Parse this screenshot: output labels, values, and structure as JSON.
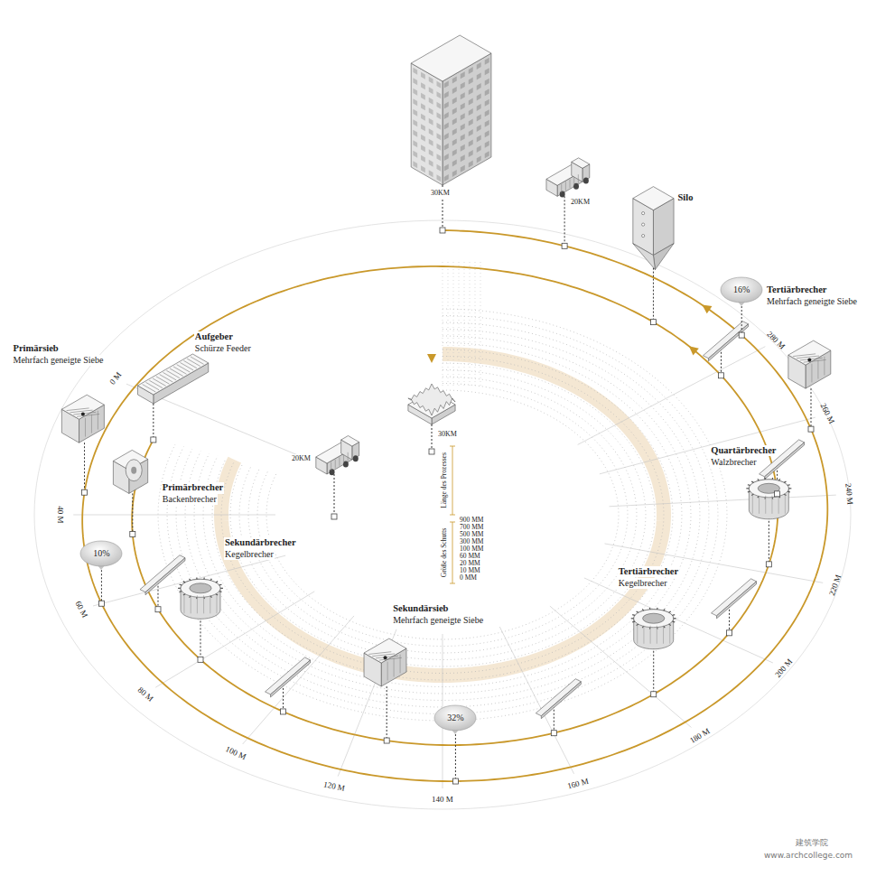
{
  "diagram": {
    "nodes": [
      {
        "text": [
          "10%"
        ]
      },
      {
        "text": [
          "16%"
        ]
      },
      {
        "text": [
          "32%"
        ]
      }
    ],
    "labels": [
      "30KM",
      "20KM",
      "Silo",
      "Tertiärbrecher",
      "Mehrfach geneigte Siebe",
      "Quartärbrecher",
      "Walzbrecher",
      "Tertiärbrecher",
      "Kegelbrecher",
      "Sekundärsieb",
      "Mehrfach geneigte Siebe",
      "Sekundärbrecher",
      "Kegelbrecher",
      "Primärbrecher",
      "Backenbrecher",
      "Primärsieb",
      "Mehrfach geneigte Siebe",
      "Aufgeber",
      "Schürze Feeder",
      "20KM",
      "30KM",
      "Größe des Schutts",
      "Länge des Prozesses",
      "900 MM",
      "700 MM",
      "500 MM",
      "300 MM",
      "100 MM",
      "60 MM",
      "20 MM",
      "10 MM",
      "0 MM",
      "0 M",
      "40 M",
      "60 M",
      "80 M",
      "100 M",
      "120 M",
      "140 M",
      "160 M",
      "180 M",
      "200 M",
      "220 M",
      "240 M",
      "260 M",
      "280 M",
      "建筑学院",
      "www.archcollege.com"
    ]
  }
}
